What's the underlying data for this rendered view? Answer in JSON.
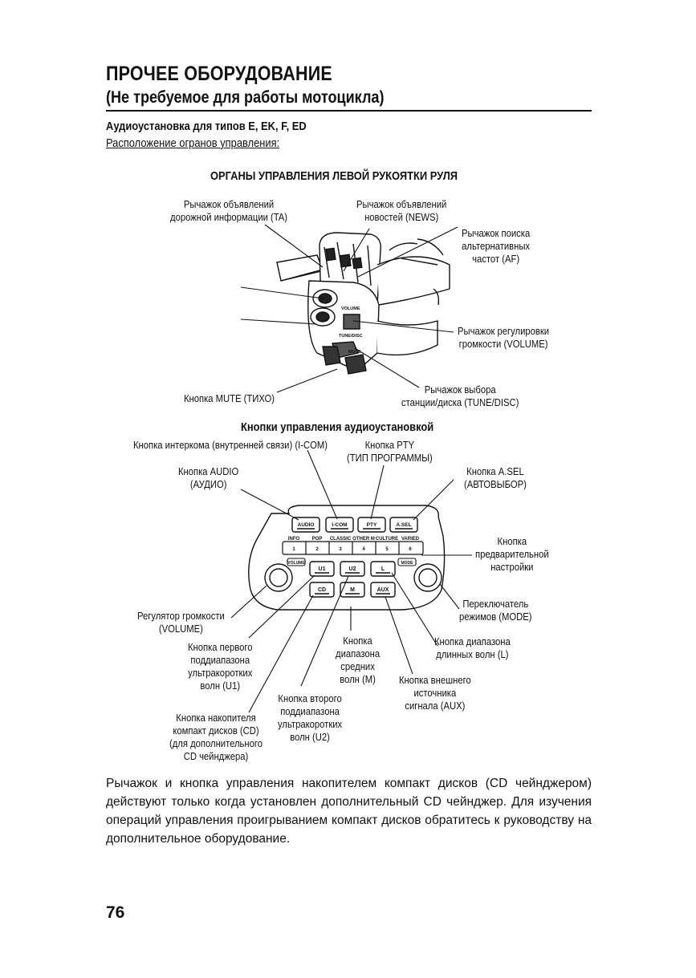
{
  "header": {
    "title": "ПРОЧЕЕ ОБОРУДОВАНИЕ",
    "subtitle": "(Не требуемое для работы мотоцикла)",
    "section": "Аудиоустановка для типов E, EK, F, ED",
    "subsection": "Расположение огранов управления:"
  },
  "left_grip": {
    "heading": "ОРГАНЫ УПРАВЛЕНИЯ ЛЕВОЙ РУКОЯТКИ РУЛЯ",
    "labels": {
      "ta_l1": "Рычажок объявлений",
      "ta_l2": "дорожной информации (TA)",
      "news_l1": "Рычажок объявлений",
      "news_l2": "новостей (NEWS)",
      "af_l1": "Рычажок поиска",
      "af_l2": "альтернативных",
      "af_l3": "частот (AF)",
      "vol_l1": "Рычажок регулировки",
      "vol_l2": "громкости (VOLUME)",
      "mute": "Кнопка MUTE (ТИХО)",
      "tune_l1": "Рычажок выбора",
      "tune_l2": "станции/диска (TUNE/DISC)"
    },
    "switch_text": {
      "volume": "VOLUME",
      "tune": "TUNE/DISC",
      "mute": "MUTE"
    }
  },
  "audio_panel": {
    "heading": "Кнопки управления аудиоустановкой",
    "labels": {
      "icom": "Кнопка интеркома (внутренней связи) (I-COM)",
      "pty_l1": "Кнопка PTY",
      "pty_l2": "(ТИП ПРОГРАММЫ)",
      "audio_l1": "Кнопка AUDIO",
      "audio_l2": "(АУДИО)",
      "asel_l1": "Кнопка A.SEL",
      "asel_l2": "(АВТОВЫБОР)",
      "preset_l1": "Кнопка",
      "preset_l2": "предварительной",
      "preset_l3": "настройки",
      "volume_l1": "Регулятор громкости",
      "volume_l2": "(VOLUME)",
      "mode_l1": "Переключатель",
      "mode_l2": "режимов (MODE)",
      "u1_l1": "Кнопка первого",
      "u1_l2": "поддиапазона",
      "u1_l3": "ультракоротких",
      "u1_l4": "волн (U1)",
      "m_l1": "Кнопка",
      "m_l2": "диапазона",
      "m_l3": "средних",
      "m_l4": "волн (M)",
      "l_l1": "Кнопка диапазона",
      "l_l2": "длинных волн (L)",
      "aux_l1": "Кнопка внешнего",
      "aux_l2": "источника",
      "aux_l3": "сигнала (AUX)",
      "u2_l1": "Кнопка второго",
      "u2_l2": "поддиапазона",
      "u2_l3": "ультракоротких",
      "u2_l4": "волн (U2)",
      "cd_l1": "Кнопка накопителя",
      "cd_l2": "компакт дисков (CD)",
      "cd_l3": "(для дополнительного",
      "cd_l4": "CD чейнджера)"
    },
    "buttons": {
      "audio": "AUDIO",
      "icom": "I-COM",
      "pty": "PTY",
      "asel": "A.SEL",
      "u1": "U1",
      "u2": "U2",
      "l": "L",
      "cd": "CD",
      "m": "M",
      "aux": "AUX",
      "mode": "MODE",
      "vol": "VOLUME"
    },
    "presets": [
      {
        "genre": "INFO",
        "num": "1"
      },
      {
        "genre": "POP",
        "num": "2"
      },
      {
        "genre": "CLASSIC",
        "num": "3"
      },
      {
        "genre": "OTHER M",
        "num": "4"
      },
      {
        "genre": "CULTURE",
        "num": "5"
      },
      {
        "genre": "VARIED",
        "num": "6"
      }
    ]
  },
  "body_text": "Рычажок и кнопка управления накопителем компакт дисков (CD чейнджером) действуют только когда установлен дополнительный CD чейнджер. Для изучения операций управления проигрыванием компакт дисков обратитесь к руководству на дополнительное оборудование.",
  "page_number": "76"
}
